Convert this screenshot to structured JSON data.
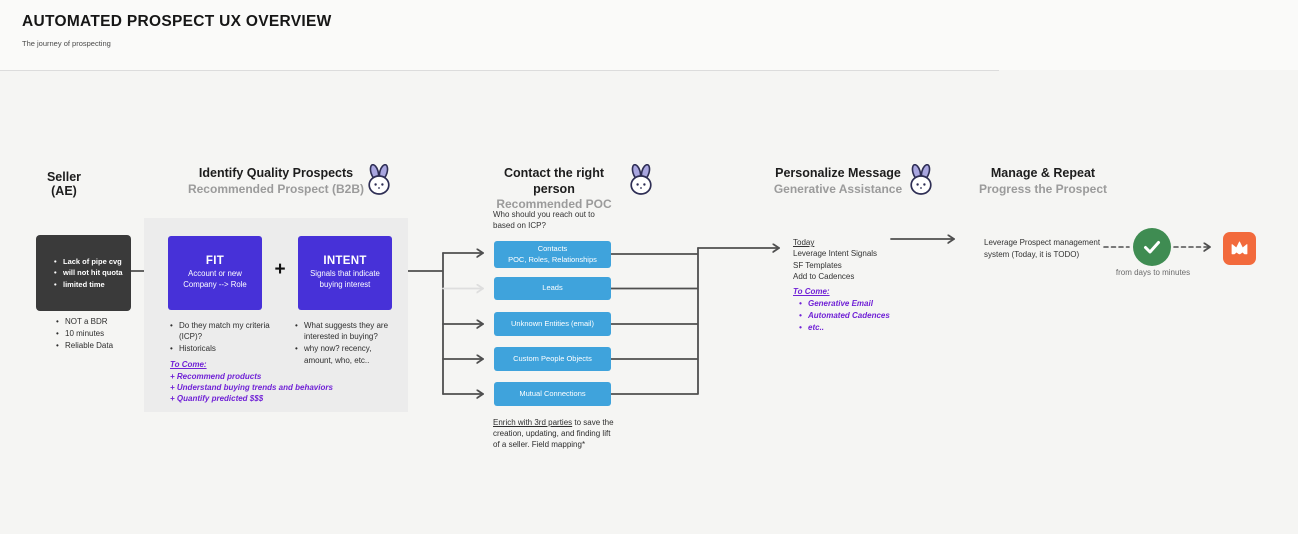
{
  "header": {
    "title": "AUTOMATED PROSPECT UX OVERVIEW",
    "subtitle": "The journey of prospecting"
  },
  "colors": {
    "purple_node": "#4731d8",
    "blue_source": "#3fa3dc",
    "dark_box": "#3a3a3a",
    "accent_text_purple": "#7021d6",
    "success_green": "#3f8c52",
    "goal_orange": "#f26a3c",
    "heading_gray": "#9b9b9b"
  },
  "icons": {
    "bunny": "bunny-icon",
    "check": "checkmark-icon",
    "crown": "crown-icon"
  },
  "seller": {
    "title": "Seller (AE)",
    "pain_points": [
      "Lack of pipe cvg",
      "will not hit quota",
      "limited time"
    ],
    "notes": [
      "NOT a BDR",
      "10 minutes",
      "Reliable Data"
    ]
  },
  "identify": {
    "title": "Identify Quality Prospects",
    "subtitle": "Recommended Prospect (B2B)",
    "fit_title": "FIT",
    "fit_desc_line1": "Account or new",
    "fit_desc_line2": "Company --> Role",
    "plus": "+",
    "intent_title": "INTENT",
    "intent_desc_line1": "Signals that indicate",
    "intent_desc_line2": "buying interest",
    "fit_notes": [
      "Do they match my criteria (ICP)?",
      "Historicals"
    ],
    "intent_notes": [
      "What suggests they are interested in buying?",
      "why now? recency, amount, who, etc.."
    ],
    "to_come_label": "To Come:",
    "to_come_items": [
      "+ Recommend products",
      "+ Understand buying trends and behaviors",
      "+ Quantify predicted $$$"
    ]
  },
  "contact": {
    "title": "Contact the right person",
    "subtitle": "Recommended POC",
    "question": "Who should you reach out to based on ICP?",
    "sources": [
      {
        "line1": "Contacts",
        "line2": "POC, Roles, Relationships"
      },
      {
        "line1": "Leads",
        "line2": ""
      },
      {
        "line1": "Unknown Entities (email)",
        "line2": ""
      },
      {
        "line1": "Custom People Objects",
        "line2": ""
      },
      {
        "line1": "Mutual Connections",
        "line2": ""
      }
    ],
    "footnote_link": "Enrich with 3rd parties",
    "footnote_rest": " to save the creation, updating, and finding lift of a seller. Field mapping*"
  },
  "personalize": {
    "title": "Personalize Message",
    "subtitle": "Generative Assistance",
    "today_label": "Today",
    "today_items": [
      "Leverage Intent Signals",
      "SF Templates",
      "Add to Cadences"
    ],
    "to_come_label": "To Come:",
    "to_come_items": [
      "Generative Email",
      "Automated Cadences",
      "etc.."
    ]
  },
  "manage": {
    "title": "Manage & Repeat",
    "subtitle": "Progress the Prospect",
    "note": "Leverage Prospect management system (Today, it is TODO)",
    "arrow_caption": "from days to minutes"
  }
}
